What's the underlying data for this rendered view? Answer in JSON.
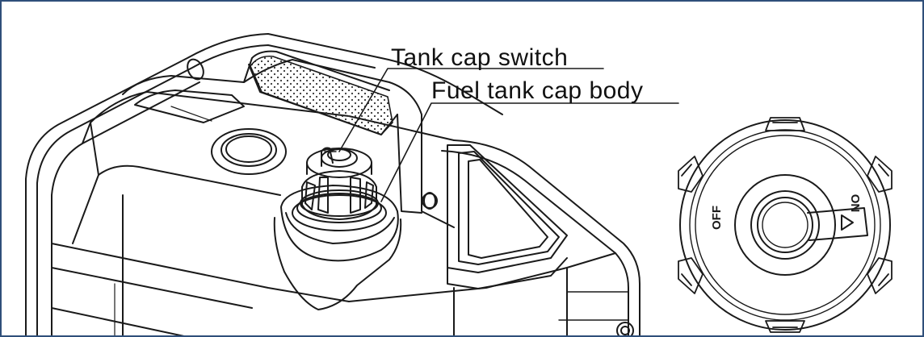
{
  "callouts": {
    "tank_cap_switch": "Tank cap switch",
    "fuel_tank_cap_body": "Fuel tank cap body"
  },
  "cap_face": {
    "off_label": "OFF",
    "on_label": "ON"
  },
  "colors": {
    "frame_border": "#2f4f7a",
    "line_art": "#1a1a1a",
    "background": "#ffffff"
  }
}
